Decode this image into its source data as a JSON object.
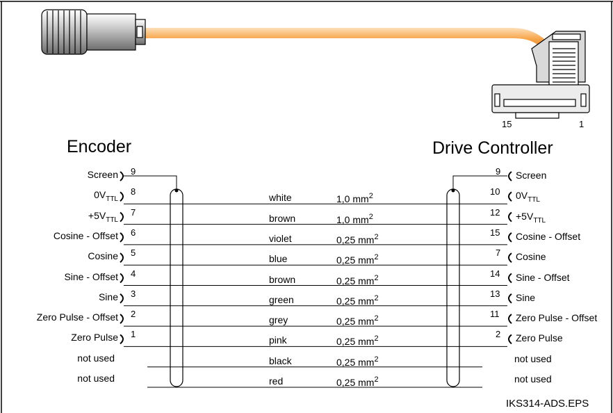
{
  "headings": {
    "left": "Encoder",
    "right": "Drive Controller"
  },
  "connector_pins": {
    "left": "15",
    "right": "1"
  },
  "cable_color": "#f7a54a",
  "figure_id": "IKS314-ADS.EPS",
  "wires": [
    {
      "left_label": "Screen",
      "left_sub": "",
      "left_pin": "9",
      "color": "",
      "size": "",
      "size_exp": "",
      "right_pin": "9",
      "right_label": "Screen",
      "right_sub": ""
    },
    {
      "left_label": "0V",
      "left_sub": "TTL",
      "left_pin": "8",
      "color": "white",
      "size": "1,0 mm",
      "size_exp": "2",
      "right_pin": "10",
      "right_label": "0V",
      "right_sub": "TTL"
    },
    {
      "left_label": "+5V",
      "left_sub": "TTL",
      "left_pin": "7",
      "color": "brown",
      "size": "1,0 mm",
      "size_exp": "2",
      "right_pin": "12",
      "right_label": "+5V",
      "right_sub": "TTL"
    },
    {
      "left_label": "Cosine - Offset",
      "left_sub": "",
      "left_pin": "6",
      "color": "violet",
      "size": "0,25 mm",
      "size_exp": "2",
      "right_pin": "15",
      "right_label": "Cosine - Offset",
      "right_sub": ""
    },
    {
      "left_label": "Cosine",
      "left_sub": "",
      "left_pin": "5",
      "color": "blue",
      "size": "0,25 mm",
      "size_exp": "2",
      "right_pin": "7",
      "right_label": "Cosine",
      "right_sub": ""
    },
    {
      "left_label": "Sine - Offset",
      "left_sub": "",
      "left_pin": "4",
      "color": "brown",
      "size": "0,25 mm",
      "size_exp": "2",
      "right_pin": "14",
      "right_label": "Sine - Offset",
      "right_sub": ""
    },
    {
      "left_label": "Sine",
      "left_sub": "",
      "left_pin": "3",
      "color": "green",
      "size": "0,25 mm",
      "size_exp": "2",
      "right_pin": "13",
      "right_label": "Sine",
      "right_sub": ""
    },
    {
      "left_label": "Zero Pulse - Offset",
      "left_sub": "",
      "left_pin": "2",
      "color": "grey",
      "size": "0,25 mm",
      "size_exp": "2",
      "right_pin": "11",
      "right_label": "Zero Pulse - Offset",
      "right_sub": ""
    },
    {
      "left_label": "Zero Pulse",
      "left_sub": "",
      "left_pin": "1",
      "color": "pink",
      "size": "0,25 mm",
      "size_exp": "2",
      "right_pin": "2",
      "right_label": "Zero Pulse",
      "right_sub": ""
    },
    {
      "left_label": "not used",
      "left_sub": "",
      "left_pin": "",
      "color": "black",
      "size": "0,25 mm",
      "size_exp": "2",
      "right_pin": "",
      "right_label": "not used",
      "right_sub": ""
    },
    {
      "left_label": "not used",
      "left_sub": "",
      "left_pin": "",
      "color": "red",
      "size": "0,25 mm",
      "size_exp": "2",
      "right_pin": "",
      "right_label": "not used",
      "right_sub": ""
    }
  ]
}
